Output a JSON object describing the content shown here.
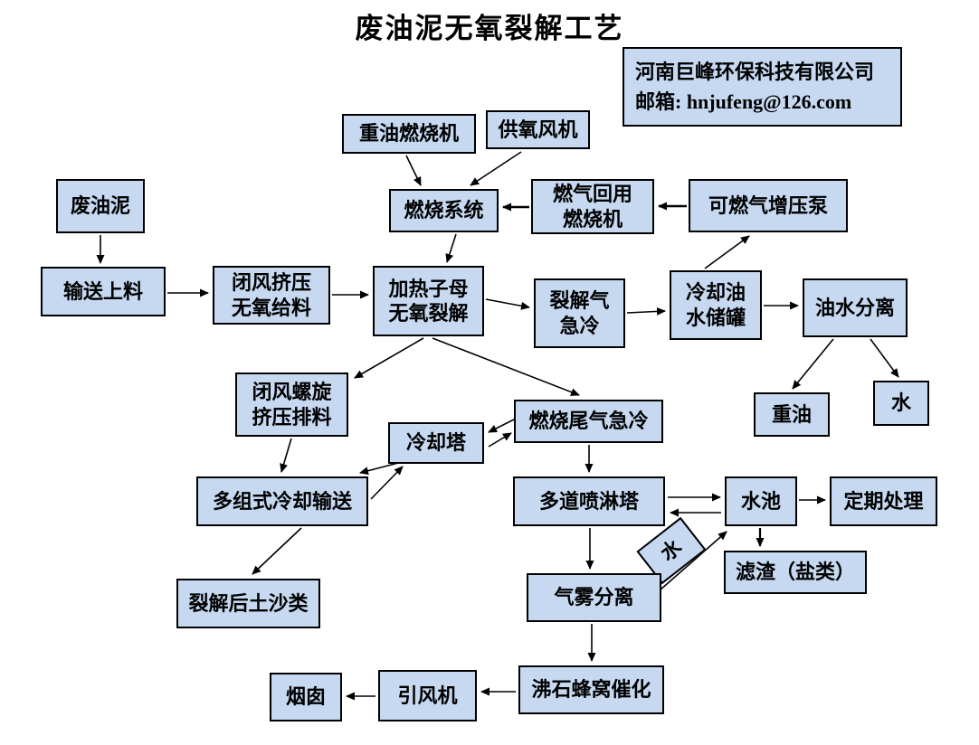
{
  "title": "废油泥无氧裂解工艺",
  "company": {
    "name": "河南巨峰环保科技有限公司",
    "email": "邮箱: hnjufeng@126.com"
  },
  "colors": {
    "box_fill": "#c6d9f1",
    "box_border": "#000000",
    "arrow": "#000000",
    "title_text": "#000000"
  },
  "nodes": {
    "waste_oil_sludge": "废油泥",
    "conveying_feeding": "输送上料",
    "sealed_extrusion_feeding": "闭风挤压\n无氧给料",
    "heavy_oil_burner": "重油燃烧机",
    "oxygen_supply_fan": "供氧风机",
    "combustion_system": "燃烧系统",
    "gas_recycle_burner": "燃气回用\n燃烧机",
    "combustible_gas_booster_pump": "可燃气增压泵",
    "heating_pyrolysis": "加热子母\n无氧裂解",
    "pyrolysis_gas_quench": "裂解气\n急冷",
    "cooling_oil_water_tank": "冷却油\n水储罐",
    "oil_water_separation": "油水分离",
    "heavy_oil": "重油",
    "water": "水",
    "sealed_screw_discharge": "闭风螺旋\n挤压排料",
    "cooling_tower": "冷却塔",
    "combustion_tail_gas_quench": "燃烧尾气急冷",
    "multi_group_cooling_conveyor": "多组式冷却输送",
    "pyrolyzed_soil_sand": "裂解后土沙类",
    "multi_stage_spray_tower": "多道喷淋塔",
    "water_pool": "水池",
    "periodic_treatment": "定期处理",
    "water_tag": "水",
    "filter_residue": "滤渣（盐类）",
    "mist_separation": "气雾分离",
    "zeolite_honeycomb_catalysis": "沸石蜂窝催化",
    "induced_draft_fan": "引风机",
    "chimney": "烟囱"
  }
}
